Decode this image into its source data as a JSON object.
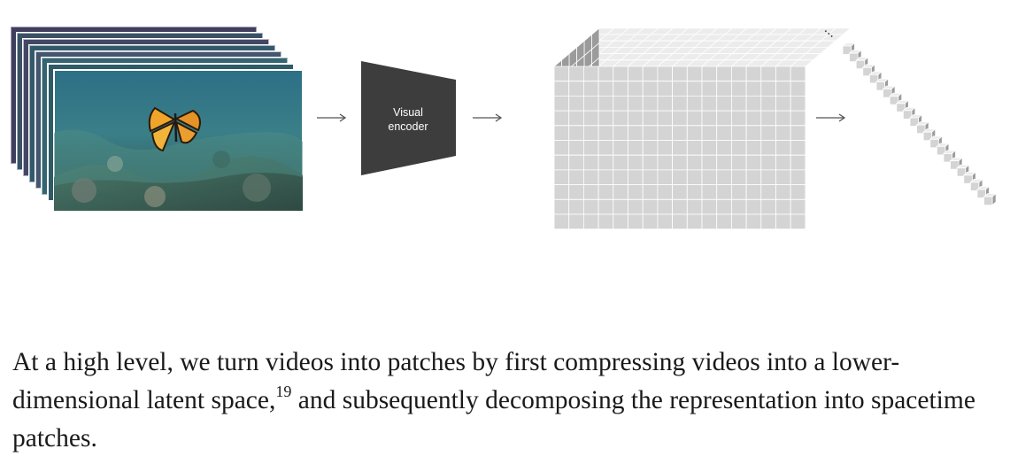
{
  "diagram": {
    "stages": [
      "video-frames",
      "visual-encoder",
      "latent-cube",
      "flattened-patch-sequence"
    ],
    "encoder_label_line1": "Visual",
    "encoder_label_line2": "encoder",
    "sequence_ellipsis": "...",
    "colors": {
      "encoder_fill": "#3d3d3d",
      "cube_front": "#d4d4d4",
      "cube_top": "#ececec",
      "cube_side": "#9b9b9b",
      "arrow": "#555555"
    }
  },
  "caption": {
    "text_before_ref": "At a high level, we turn videos into patches by first compressing videos into a lower-dimensional latent space,",
    "reference_number": "19",
    "text_after_ref": " and subsequently decomposing the representation into spacetime patches."
  }
}
